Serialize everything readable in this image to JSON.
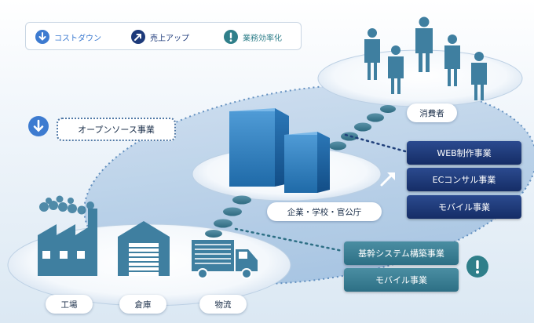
{
  "legend": {
    "cost_down": {
      "label": "コストダウン",
      "icon": "down-arrow-icon",
      "color": "#3d7bd0"
    },
    "sales_up": {
      "label": "売上アップ",
      "icon": "up-right-arrow-icon",
      "color": "#1d3a7a"
    },
    "efficiency": {
      "label": "業務効率化",
      "icon": "exclamation-icon",
      "color": "#2f7f8a"
    }
  },
  "labels": {
    "consumers": "消費者",
    "open_source": "オープンソース事業",
    "companies": "企業・学校・官公庁",
    "factory": "工場",
    "warehouse": "倉庫",
    "logistics": "物流"
  },
  "services_sales": [
    "WEB制作事業",
    "ECコンサル事業",
    "モバイル事業"
  ],
  "services_efficiency": [
    "基幹システム構築事業",
    "モバイル事業"
  ],
  "colors": {
    "accent_blue": "#3d7bd0",
    "navy": "#1b3477",
    "teal": "#3a8096",
    "icon_fill": "#4a86a8"
  }
}
